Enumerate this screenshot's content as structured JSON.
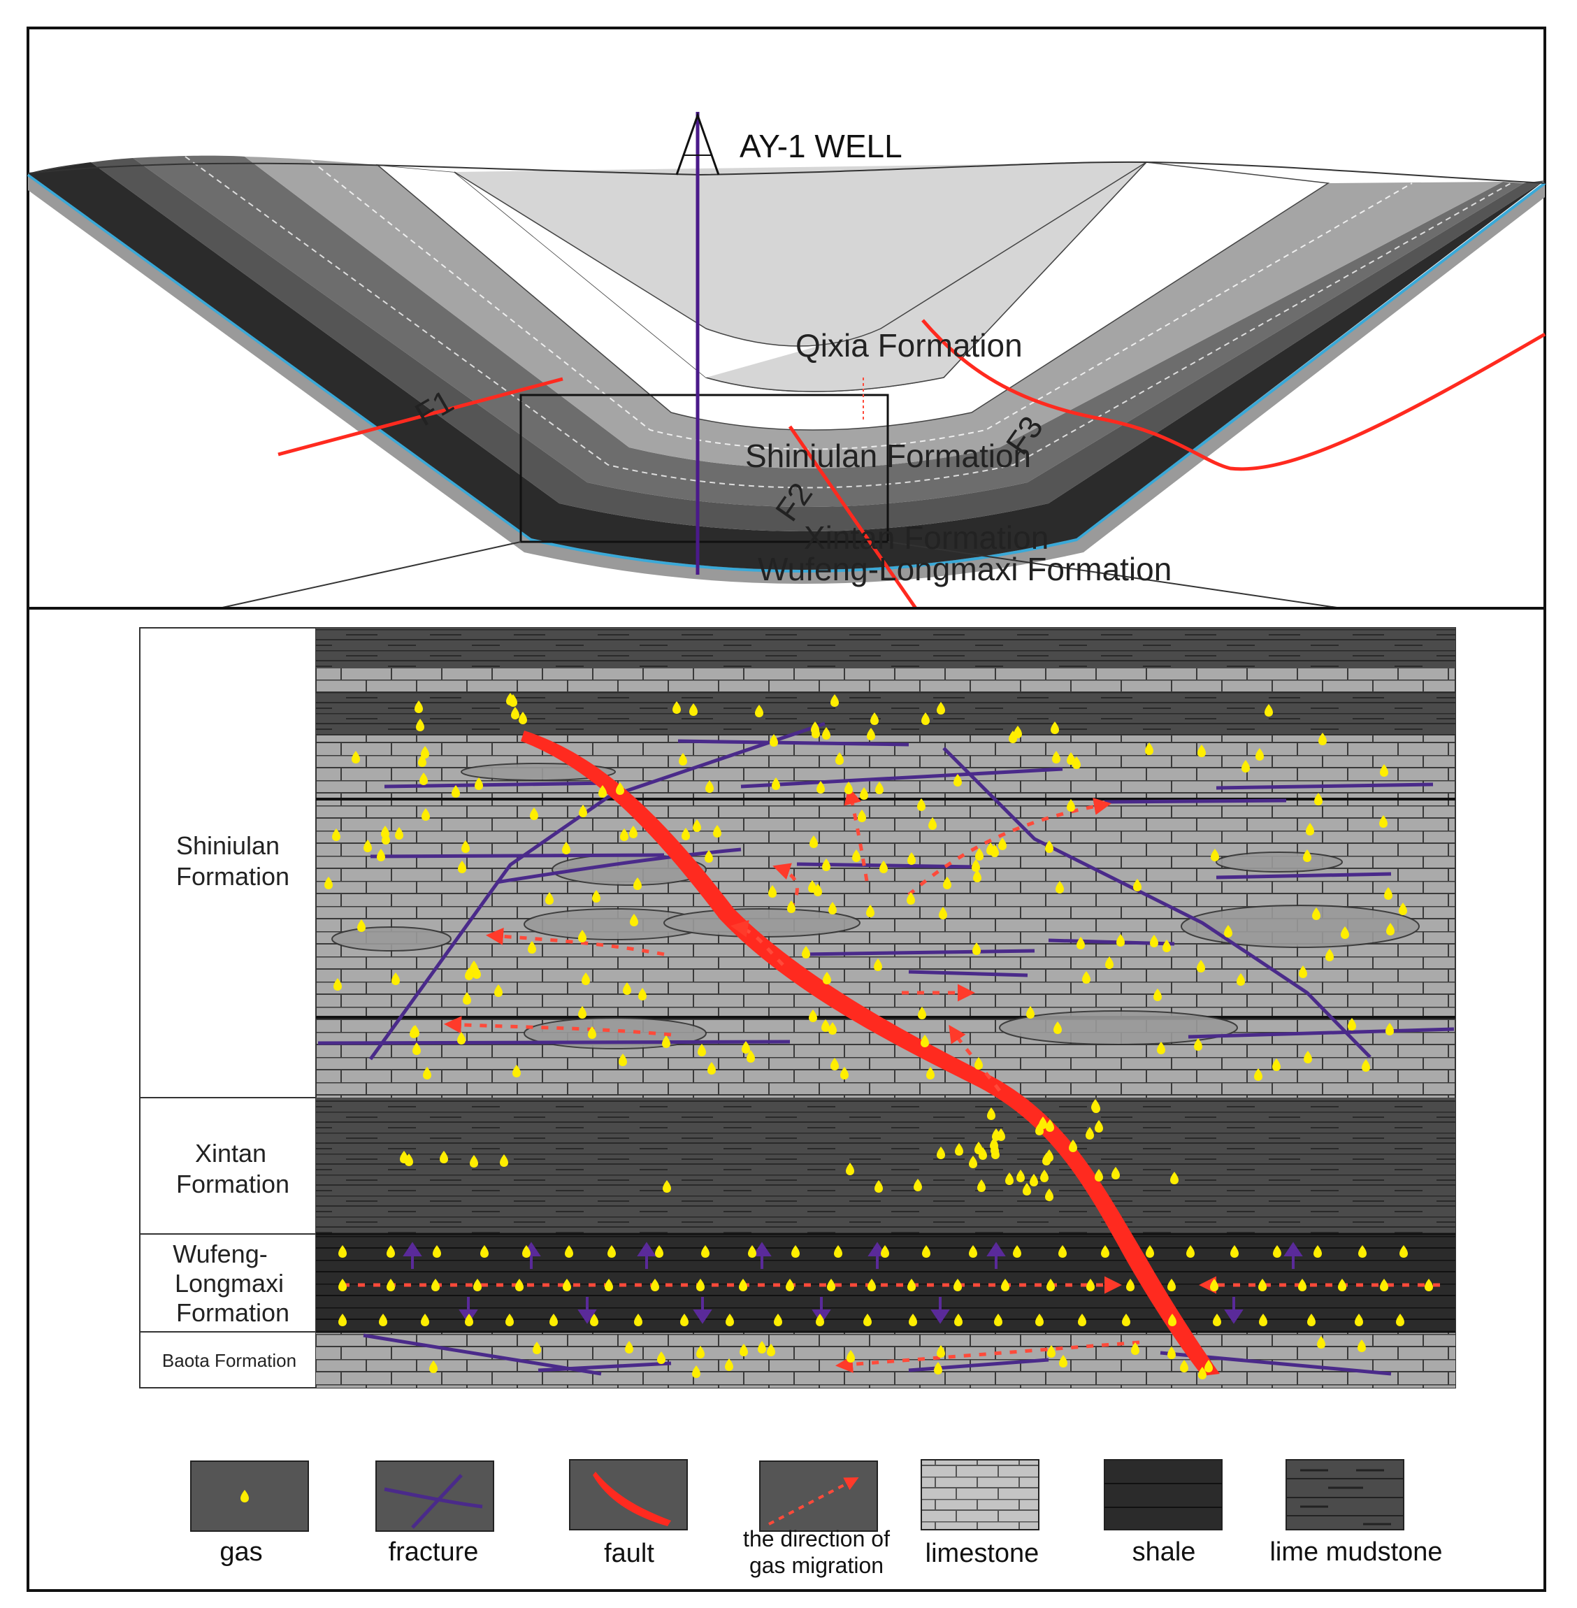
{
  "well": {
    "label": "AY-1 WELL"
  },
  "section": {
    "formations": {
      "qixia": "Qixia Formation",
      "shiniulan": "Shiniulan Formation",
      "xintan": "Xintan Formation",
      "wufeng": "Wufeng-Longmaxi Formation"
    },
    "faults": [
      "F1",
      "F2",
      "F3"
    ]
  },
  "column": {
    "units": [
      {
        "line1": "Shiniulan",
        "line2": "Formation"
      },
      {
        "line1": "Xintan",
        "line2": "Formation"
      },
      {
        "line1": "Wufeng-",
        "line2": "Longmaxi",
        "line3": "Formation"
      },
      {
        "line1": "Baota Formation"
      }
    ]
  },
  "legend": [
    {
      "key": "gas",
      "label": "gas"
    },
    {
      "key": "fracture",
      "label": "fracture"
    },
    {
      "key": "fault",
      "label": "fault"
    },
    {
      "key": "migration",
      "label_line1": "the direction of",
      "label_line2": "gas migration"
    },
    {
      "key": "limestone",
      "label": "limestone"
    },
    {
      "key": "shale",
      "label": "shale"
    },
    {
      "key": "lime_mudstone",
      "label": "lime mudstone"
    }
  ],
  "colors": {
    "fault": "#ff2a1f",
    "fracture": "#4a2a8a",
    "gas": "#ffee00",
    "migration": "#ff4a3a",
    "shale": "#2c2c2c",
    "lime_mudstone": "#4f4f4f",
    "limestone": "#a8a8a8",
    "well": "#4a1a8a"
  }
}
